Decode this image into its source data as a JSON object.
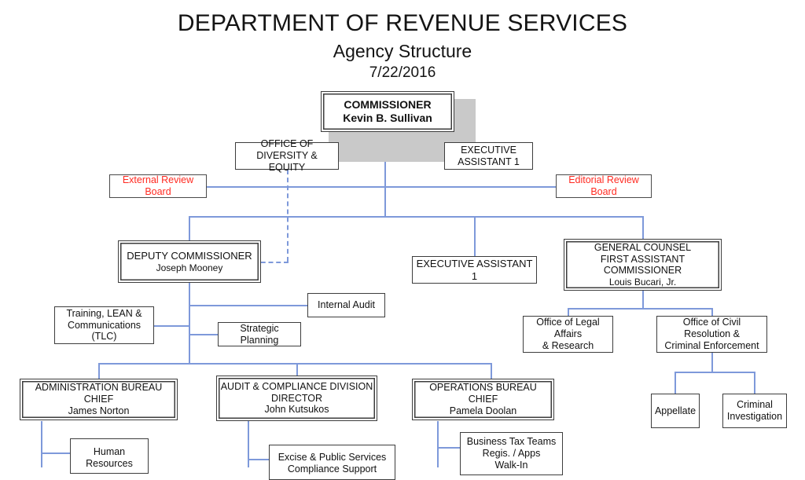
{
  "header": {
    "title": "DEPARTMENT OF REVENUE SERVICES",
    "subtitle": "Agency Structure",
    "date": "7/22/2016"
  },
  "colors": {
    "connector": "#7e99da",
    "box_border": "#3d3d3d",
    "accent_red": "#ff2a21",
    "shadow": "#c9c9c9",
    "background": "#ffffff"
  },
  "nodes": {
    "commissioner": {
      "title": "COMMISSIONER",
      "name": "Kevin B. Sullivan"
    },
    "office_diversity": {
      "line1": "OFFICE OF",
      "line2": "DIVERSITY & EQUITY"
    },
    "exec_assistant_top": {
      "line1": "EXECUTIVE",
      "line2": "ASSISTANT 1"
    },
    "external_review_board": {
      "label": "External Review Board"
    },
    "editorial_review_board": {
      "label": "Editorial Review Board"
    },
    "deputy_commissioner": {
      "title": "DEPUTY  COMMISSIONER",
      "name": "Joseph Mooney"
    },
    "exec_assistant_mid": {
      "label": "EXECUTIVE ASSISTANT 1"
    },
    "general_counsel": {
      "line1": "GENERAL COUNSEL",
      "line2": "FIRST ASSISTANT COMMISSIONER",
      "name": "Louis Bucari, Jr."
    },
    "tlc": {
      "line1": "Training, LEAN &",
      "line2": "Communications",
      "line3": "(TLC)"
    },
    "internal_audit": {
      "label": "Internal Audit"
    },
    "strategic_planning": {
      "label": "Strategic Planning"
    },
    "legal_affairs": {
      "line1": "Office of Legal Affairs",
      "line2": "& Research"
    },
    "civil_resolution": {
      "line1": "Office of Civil Resolution &",
      "line2": "Criminal Enforcement"
    },
    "admin_bureau": {
      "title": "ADMINISTRATION BUREAU CHIEF",
      "name": "James Norton"
    },
    "audit_compliance": {
      "line1": "AUDIT & COMPLIANCE DIVISION",
      "line2": "DIRECTOR",
      "name": "John Kutsukos"
    },
    "operations_bureau": {
      "title": "OPERATIONS BUREAU CHIEF",
      "name": "Pamela Doolan"
    },
    "appellate": {
      "label": "Appellate"
    },
    "criminal_investigation": {
      "line1": "Criminal",
      "line2": "Investigation"
    },
    "human_resources": {
      "label": "Human Resources"
    },
    "excise_public_services": {
      "line1": "Excise & Public Services",
      "line2": "Compliance Support"
    },
    "business_tax_teams": {
      "line1": "Business Tax Teams",
      "line2": "Regis. / Apps",
      "line3": "Walk-In"
    }
  }
}
